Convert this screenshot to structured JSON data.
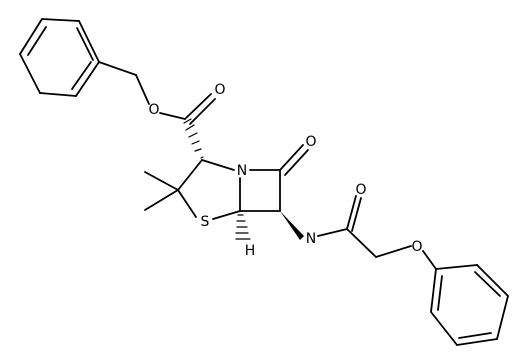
{
  "structure": {
    "atoms": {
      "O_ester": "O",
      "O_ester_carbonyl": "O",
      "N_ring": "N",
      "O_lactam": "O",
      "S_ring": "S",
      "H_bridgehead": "H",
      "N_amide": "N",
      "O_amide": "O",
      "O_ether": "O"
    }
  }
}
